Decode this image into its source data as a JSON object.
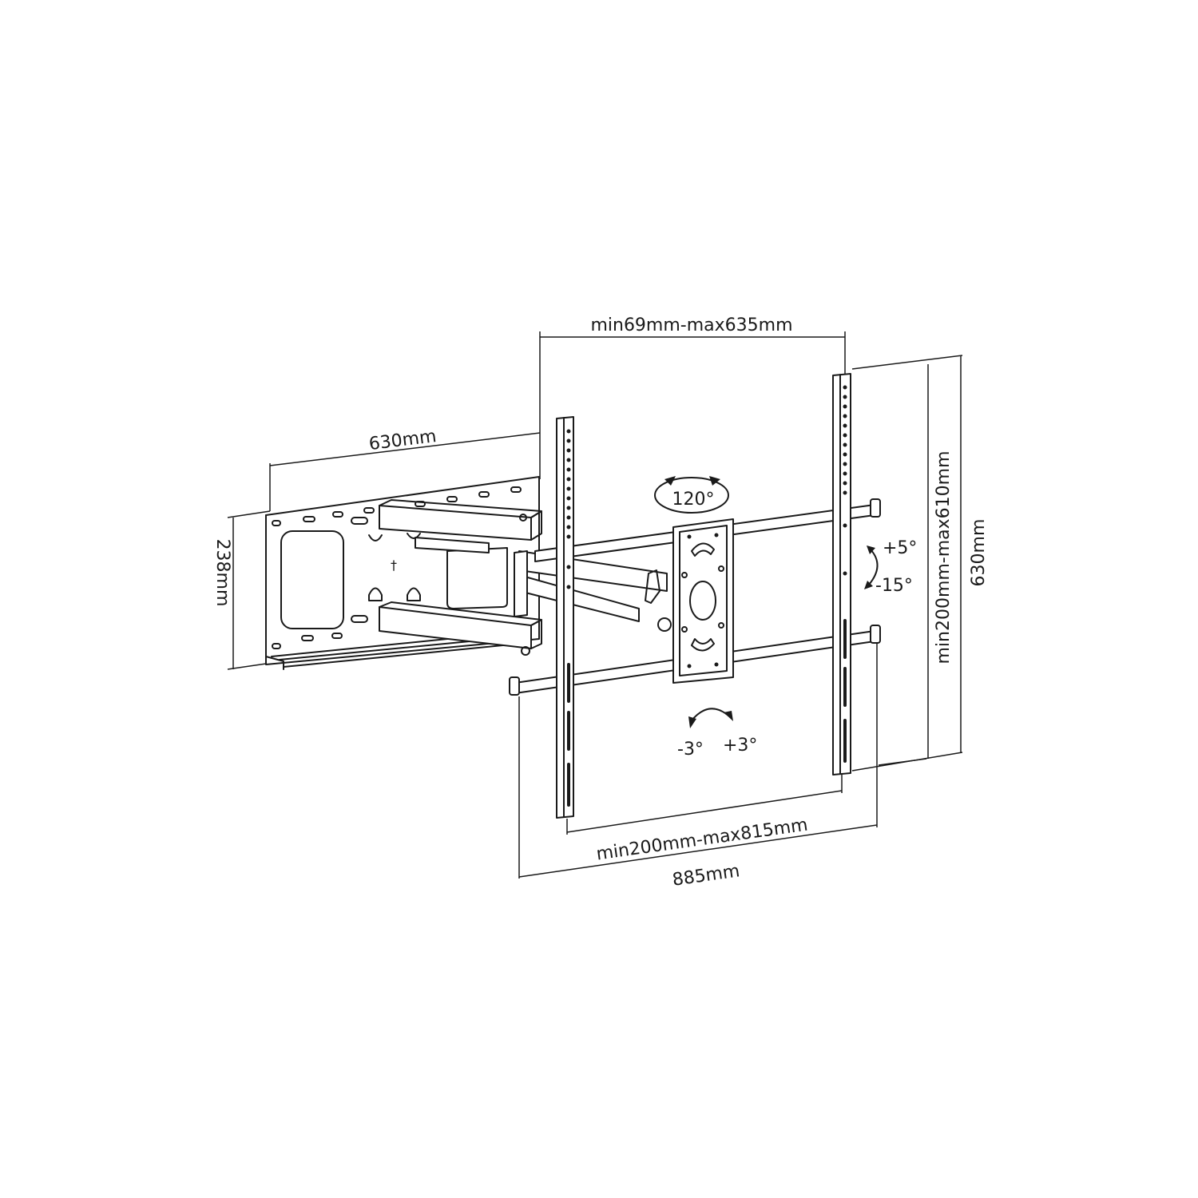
{
  "diagram": {
    "subject": "Full-motion TV wall mount bracket",
    "colors": {
      "line": "#1a1a1a",
      "background": "#ffffff"
    },
    "dimensions": {
      "top_extension": "min69mm-max635mm",
      "arm_length": "630mm",
      "wall_plate_height": "238mm",
      "vertical_vesa": "min200mm-max610mm",
      "vertical_total": "630mm",
      "horizontal_vesa": "min200mm-max815mm",
      "horizontal_total": "885mm"
    },
    "motion": {
      "swivel": "120°",
      "tilt_up": "+5°",
      "tilt_down": "-15°",
      "rotate_left": "-3°",
      "rotate_right": "+3°"
    }
  }
}
